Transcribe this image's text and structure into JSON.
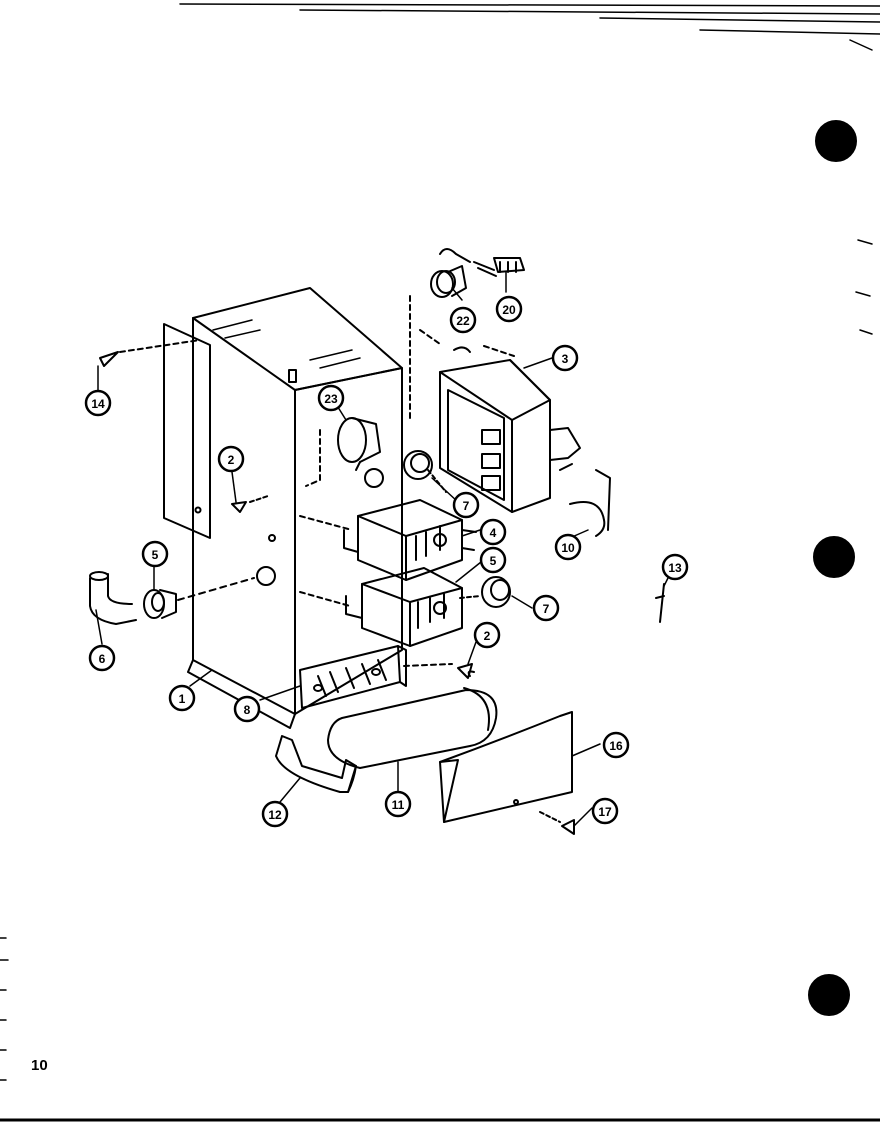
{
  "page": {
    "number": "10"
  },
  "callouts": [
    {
      "id": "c22",
      "label": "22"
    },
    {
      "id": "c20",
      "label": "20"
    },
    {
      "id": "c3",
      "label": "3"
    },
    {
      "id": "c14",
      "label": "14"
    },
    {
      "id": "c23",
      "label": "23"
    },
    {
      "id": "c2a",
      "label": "2"
    },
    {
      "id": "c7a",
      "label": "7"
    },
    {
      "id": "c4",
      "label": "4"
    },
    {
      "id": "c10",
      "label": "10"
    },
    {
      "id": "c5a",
      "label": "5"
    },
    {
      "id": "c5b",
      "label": "5"
    },
    {
      "id": "c7b",
      "label": "7"
    },
    {
      "id": "c13",
      "label": "13"
    },
    {
      "id": "c6",
      "label": "6"
    },
    {
      "id": "c2b",
      "label": "2"
    },
    {
      "id": "c1",
      "label": "1"
    },
    {
      "id": "c8",
      "label": "8"
    },
    {
      "id": "c16",
      "label": "16"
    },
    {
      "id": "c12",
      "label": "12"
    },
    {
      "id": "c11",
      "label": "11"
    },
    {
      "id": "c17",
      "label": "17"
    }
  ]
}
